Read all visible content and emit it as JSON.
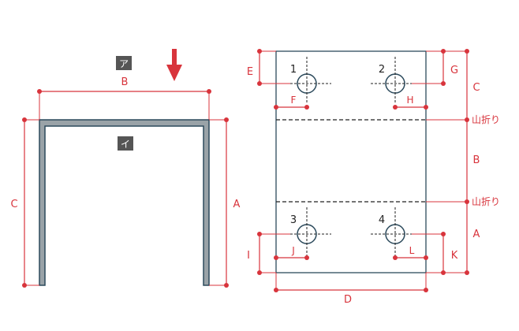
{
  "colors": {
    "dimension": "#d8343c",
    "outline": "#2c4a5c",
    "profile_fill": "#9aa3a8",
    "tag_bg": "#555555"
  },
  "icons": {
    "press_direction": "arrow-down-icon"
  },
  "side_view": {
    "tag_top": "ア",
    "tag_inner": "イ",
    "dims": {
      "width": "B",
      "height_left": "C",
      "height_right": "A"
    }
  },
  "flat_view": {
    "holes": [
      "1",
      "2",
      "3",
      "4"
    ],
    "dims": {
      "e": "E",
      "f": "F",
      "g": "G",
      "h": "H",
      "i": "I",
      "j": "J",
      "k": "K",
      "l": "L",
      "d": "D",
      "c": "C",
      "b": "B",
      "a": "A",
      "fold1": "山折り",
      "fold2": "山折り"
    }
  }
}
